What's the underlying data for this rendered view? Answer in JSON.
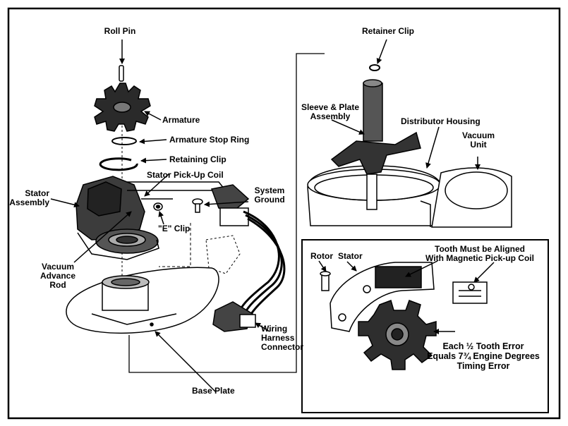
{
  "labels": {
    "roll_pin": "Roll Pin",
    "armature": "Armature",
    "armature_stop_ring": "Armature Stop Ring",
    "retaining_clip": "Retaining Clip",
    "stator_pickup_coil": "Stator Pick-Up Coil",
    "stator_assembly_1": "Stator",
    "stator_assembly_2": "Assembly",
    "e_clip": "\"E\" Clip",
    "system_ground_1": "System",
    "system_ground_2": "Ground",
    "vacuum_advance_rod_1": "Vacuum",
    "vacuum_advance_rod_2": "Advance",
    "vacuum_advance_rod_3": "Rod",
    "wiring_harness_1": "Wiring",
    "wiring_harness_2": "Harness",
    "wiring_harness_3": "Connector",
    "base_plate": "Base Plate",
    "retainer_clip": "Retainer Clip",
    "sleeve_plate_1": "Sleeve & Plate",
    "sleeve_plate_2": "Assembly",
    "distributor_housing": "Distributor Housing",
    "vacuum_unit_1": "Vacuum",
    "vacuum_unit_2": "Unit",
    "rotor": "Rotor",
    "stator": "Stator",
    "tooth_aligned_1": "Tooth Must be Aligned",
    "tooth_aligned_2": "With Magnetic Pick-up Coil",
    "error_1": "Each ½ Tooth Error",
    "error_2": "Equals 7¾ Engine Degrees",
    "error_3": "Timing Error"
  }
}
